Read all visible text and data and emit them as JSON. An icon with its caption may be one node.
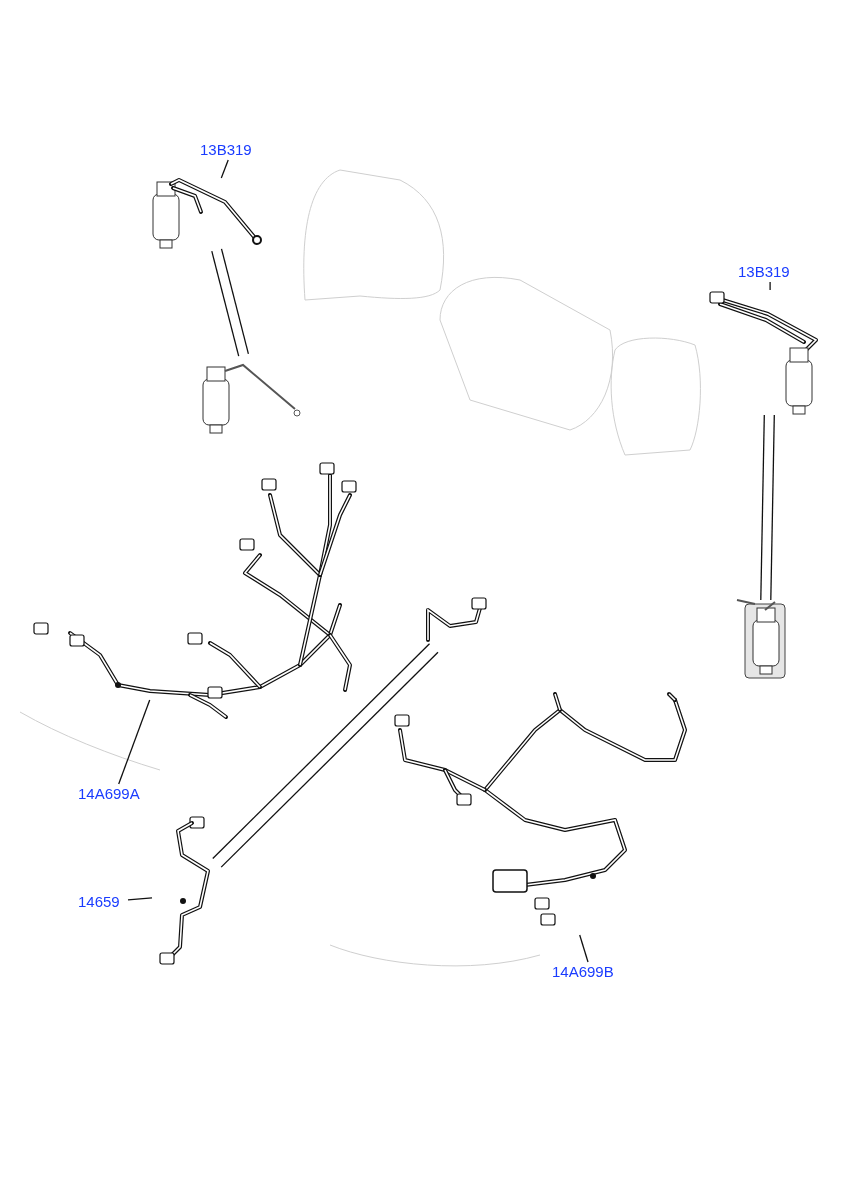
{
  "diagram": {
    "nodes": [
      {
        "text": [
          "13B319"
        ]
      },
      {
        "text": [],
        "shape": "picture"
      },
      {
        "text": [
          "13B319"
        ]
      },
      {
        "text": [],
        "shape": "picture"
      },
      {
        "text": [
          "14A699A"
        ]
      },
      {
        "text": [],
        "shape": "picture"
      },
      {
        "text": [
          "14659"
        ]
      },
      {
        "text": [],
        "shape": "picture"
      },
      {
        "text": [
          "14A699B"
        ]
      },
      {
        "text": [],
        "shape": "picture"
      },
      {
        "text": [],
        "shape": "picture"
      },
      {
        "text": [],
        "shape": "picture"
      },
      {
        "text": [],
        "shape": "picture"
      }
    ],
    "edges": [
      {
        "from": 0,
        "to": 1,
        "arrow": "none"
      },
      {
        "from": 1,
        "to": 10,
        "arrow": "none"
      },
      {
        "from": 1,
        "to": 10,
        "arrow": "none"
      },
      {
        "from": 2,
        "to": 3,
        "arrow": "none"
      },
      {
        "from": 3,
        "to": 11,
        "arrow": "none"
      },
      {
        "from": 3,
        "to": 11,
        "arrow": "none"
      },
      {
        "from": 4,
        "to": 5,
        "arrow": "none"
      },
      {
        "from": 6,
        "to": 7,
        "arrow": "none"
      },
      {
        "from": 7,
        "to": 12,
        "arrow": "none"
      },
      {
        "from": 7,
        "to": 12,
        "arrow": "none"
      },
      {
        "from": 8,
        "to": 9,
        "arrow": "none"
      }
    ]
  }
}
